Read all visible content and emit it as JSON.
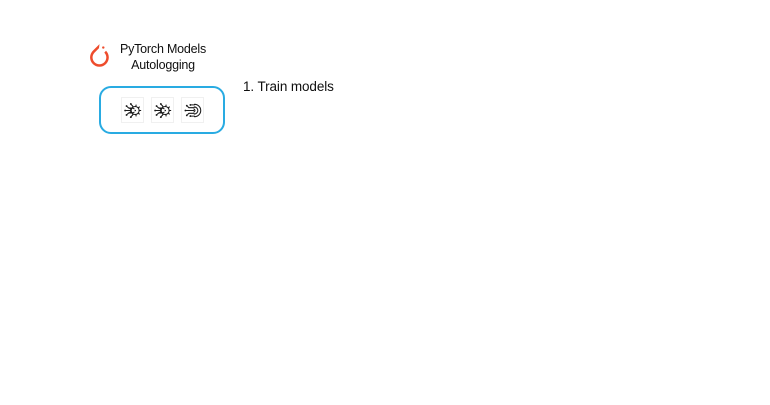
{
  "colors": {
    "background": "#ffffff",
    "box_border": "#29ABE2",
    "pytorch_orange": "#EE4C2C",
    "text": "#0f0f0f",
    "icon_ink": "#1a1a1a"
  },
  "header": {
    "logo_icon": "pytorch-flame-icon",
    "title_line1": "PyTorch Models",
    "title_line2": "Autologging"
  },
  "models_box": {
    "icons": [
      {
        "icon": "neural-chip-gear-icon",
        "symbol": "sym-chip-gear"
      },
      {
        "icon": "neural-chip-gear-icon",
        "symbol": "sym-chip-gear"
      },
      {
        "icon": "neural-chip-brain-icon",
        "symbol": "sym-chip-brain"
      }
    ]
  },
  "annotations": [
    {
      "label": "1. Train models"
    }
  ]
}
